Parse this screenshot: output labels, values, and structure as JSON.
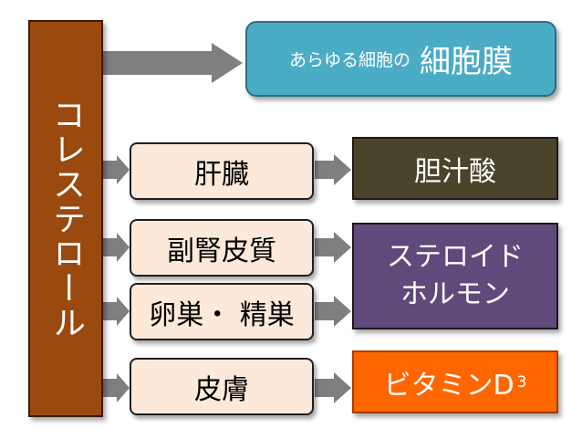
{
  "source": {
    "label": "コレステロール"
  },
  "organs": [
    {
      "label": "肝臓"
    },
    {
      "label": "副腎皮質"
    },
    {
      "label": "卵巣・ 精巣"
    },
    {
      "label": "皮膚"
    }
  ],
  "products": {
    "membrane": {
      "prefix": "あらゆる細胞の",
      "main": "細胞膜"
    },
    "bile": {
      "label": "胆汁酸"
    },
    "steroid": {
      "line1": "ステロイド",
      "line2": "ホルモン"
    },
    "vitd": {
      "label": "ビタミンD",
      "subscript": "3"
    }
  },
  "colors": {
    "source_fill": "#9a4a0f",
    "organ_fill": "#fde9d9",
    "membrane_fill": "#4bacc6",
    "bile_fill": "#4a452a",
    "steroid_fill": "#604a7b",
    "vitd_fill": "#ff6600",
    "arrow": "#7f7f7f"
  }
}
